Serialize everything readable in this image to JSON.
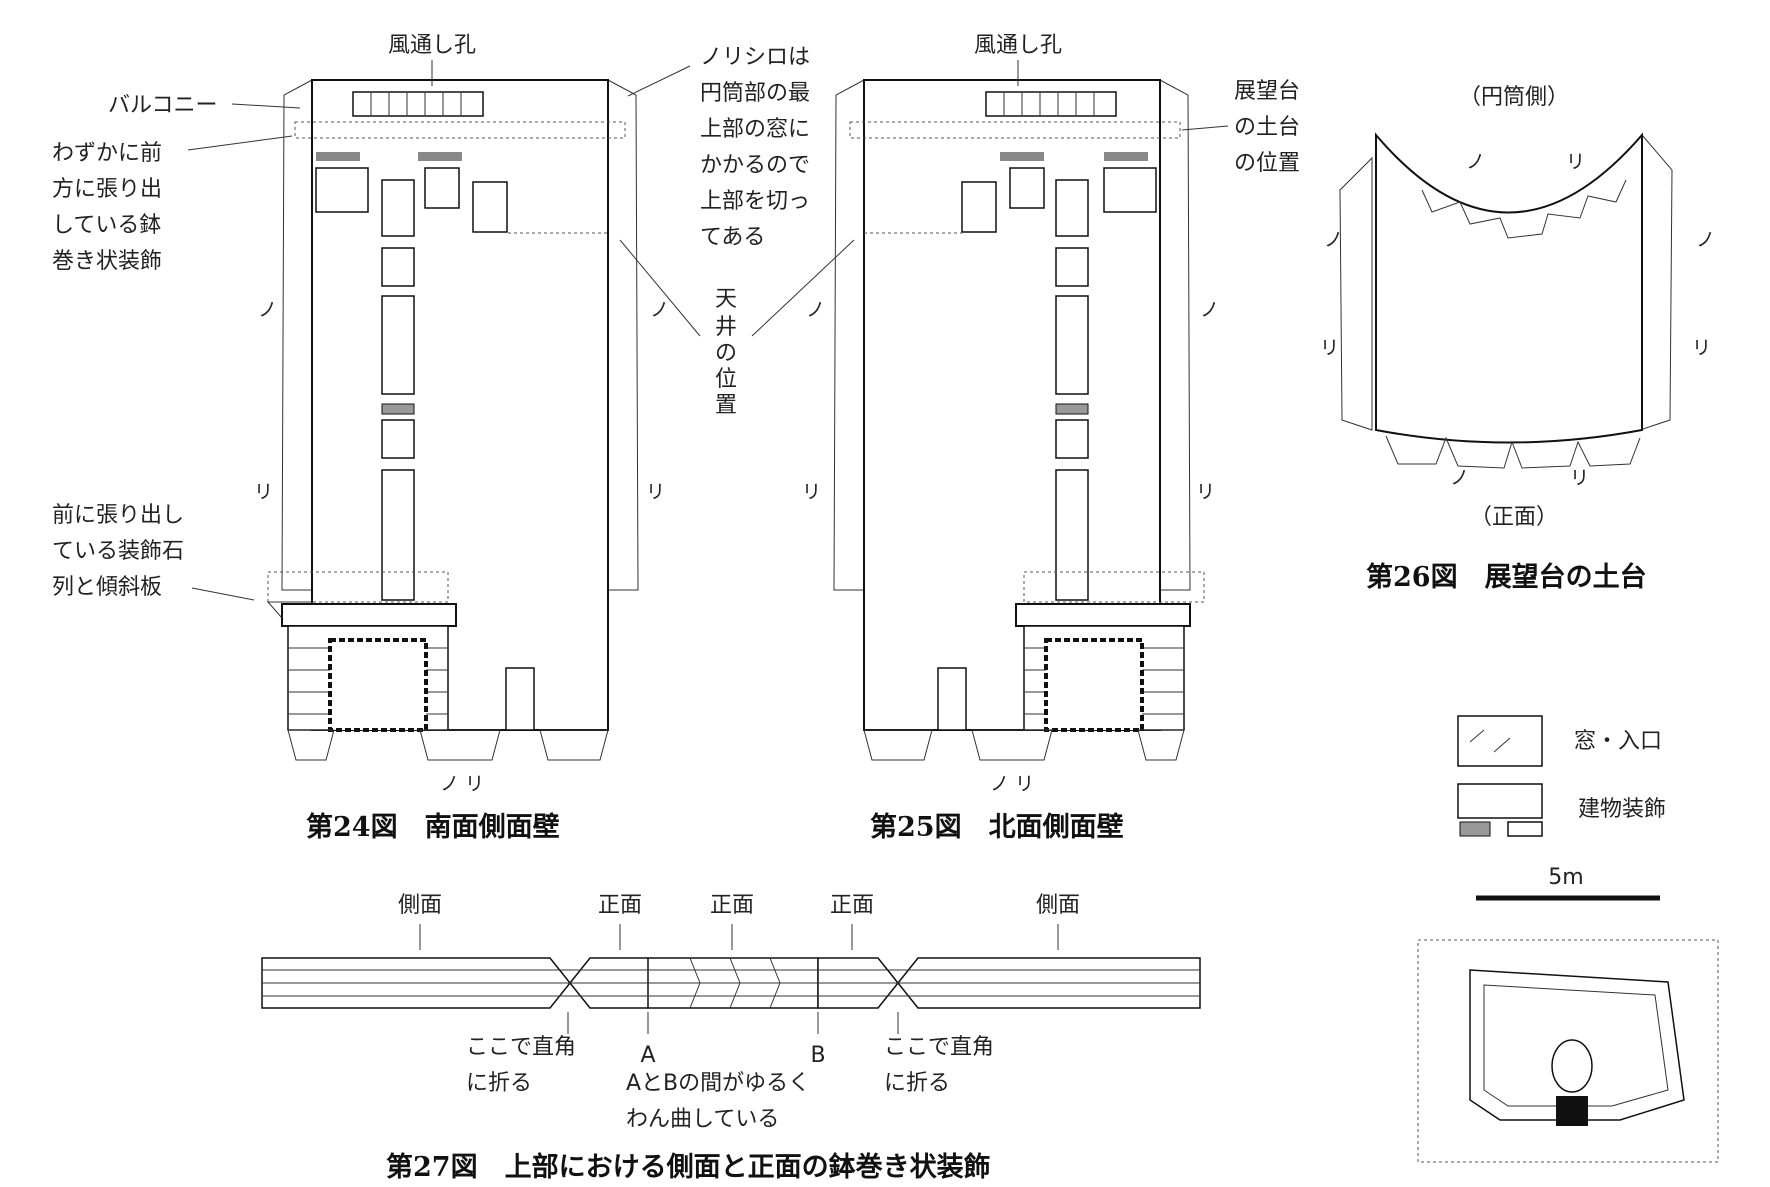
{
  "figures": {
    "fig24": {
      "caption": "第24図　南面側面壁"
    },
    "fig25": {
      "caption": "第25図　北面側面壁"
    },
    "fig26": {
      "caption": "第26図　展望台の土台"
    },
    "fig27": {
      "caption": "第27図　上部における側面と正面の鉢巻き状装飾"
    }
  },
  "labels": {
    "vent_left": "風通し孔",
    "vent_right": "風通し孔",
    "balcony": "バルコニー",
    "hachimaki_note": [
      "わずかに前",
      "方に張り出",
      "している鉢",
      "巻き状装飾"
    ],
    "norishiro_note": [
      "ノリシロは",
      "円筒部の最",
      "上部の窓に",
      "かかるので",
      "上部を切っ",
      "てある"
    ],
    "ceiling_note": [
      "天",
      "井",
      "の",
      "位",
      "置"
    ],
    "stone_note": [
      "前に張り出し",
      "ている装飾石",
      "列と傾斜板"
    ],
    "platform_note": [
      "展望台",
      "の土台",
      "の位置"
    ],
    "cylinder_side": "（円筒側）",
    "front_side": "（正面）",
    "nori": "ノ",
    "ri": "リ",
    "nori_ri": "ノ リ"
  },
  "fig27_labels": {
    "side": "側面",
    "front": "正面",
    "fold_here": [
      "ここで直角",
      "に折る"
    ],
    "a": "A",
    "b": "B",
    "a_b_note": [
      "AとBの間がゆるく",
      "わん曲している"
    ]
  },
  "legend": {
    "window": "窓・入口",
    "decoration": "建物装飾",
    "scale": "5m"
  }
}
